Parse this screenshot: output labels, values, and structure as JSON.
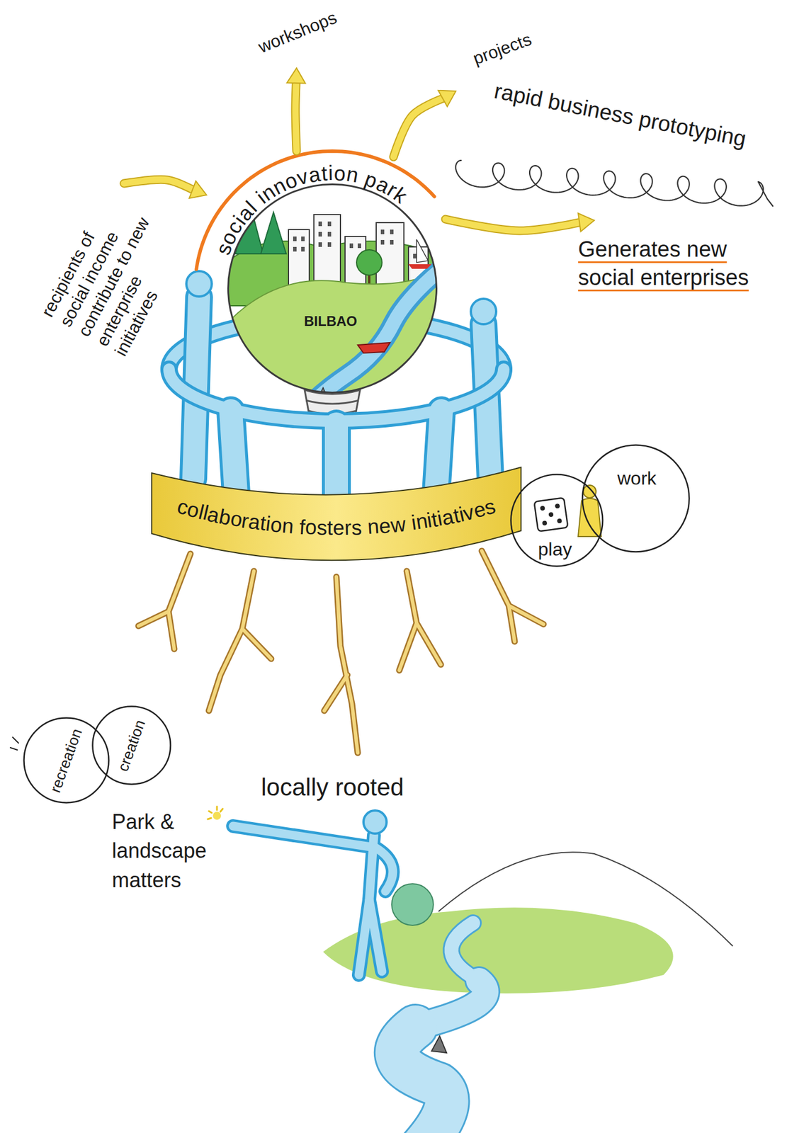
{
  "diagram": {
    "nodes": [
      {
        "text": [
          "social innovation park",
          "BILBAO"
        ]
      },
      {
        "text": [
          "collaboration fosters new initiatives"
        ]
      },
      {
        "text": [
          "work"
        ]
      },
      {
        "text": [
          "play"
        ]
      },
      {
        "text": [
          "recreation"
        ]
      },
      {
        "text": [
          "creation"
        ]
      }
    ],
    "labels": [
      "workshops",
      "projects",
      "rapid business prototyping",
      "recipients of social income contribute to new enterprise initiatives",
      "Generates new social enterprises",
      "locally rooted",
      "Park & landscape matters"
    ]
  }
}
